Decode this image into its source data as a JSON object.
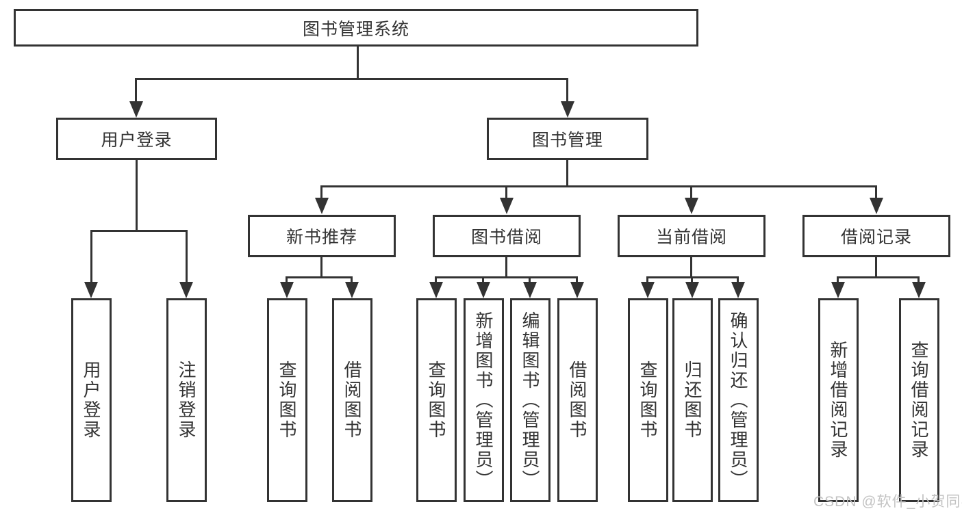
{
  "diagram": {
    "title": "图书管理系统",
    "level2": {
      "user_login": "用户登录",
      "book_management": "图书管理"
    },
    "level3": {
      "new_book_recommend": "新书推荐",
      "book_borrowing": "图书借阅",
      "current_borrowing": "当前借阅",
      "borrow_records": "借阅记录"
    },
    "leaves": {
      "user_login": "用户登录",
      "logout": "注销登录",
      "nb_query_books": "查询图书",
      "nb_borrow_books": "借阅图书",
      "bb_query_books": "查询图书",
      "bb_add_books": "新增图书（管理员）",
      "bb_edit_books": "编辑图书（管理员）",
      "bb_borrow_books": "借阅图书",
      "cb_query_books": "查询图书",
      "cb_return_books": "归还图书",
      "cb_confirm_return": "确认归还（管理员）",
      "br_add_record": "新增借阅记录",
      "br_query_record": "查询借阅记录"
    }
  },
  "watermark": {
    "text": "CSDN @软件_小贺同学",
    "color": "#c3c3c3"
  },
  "colors": {
    "line": "#333333",
    "box_border": "#333333",
    "text": "#333333",
    "background": "#ffffff"
  }
}
